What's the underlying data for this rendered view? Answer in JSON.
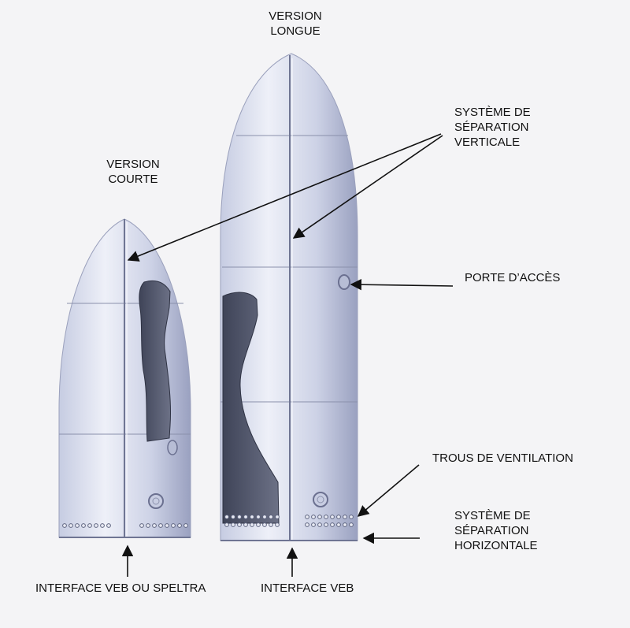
{
  "labels": {
    "version_longue": "VERSION LONGUE",
    "version_longue_l1": "VERSION",
    "version_longue_l2": "LONGUE",
    "version_courte_l1": "VERSION",
    "version_courte_l2": "COURTE",
    "sep_vert_l1": "SYSTÈME DE",
    "sep_vert_l2": "SÉPARATION",
    "sep_vert_l3": "VERTICALE",
    "porte_acces": "PORTE D’ACCÈS",
    "trous_ventilation": "TROUS DE VENTILATION",
    "sep_horiz_l1": "SYSTÈME DE",
    "sep_horiz_l2": "SÉPARATION",
    "sep_horiz_l3": "HORIZONTALE",
    "interface_veb_speltra": "INTERFACE VEB OU SPELTRA",
    "interface_veb": "INTERFACE VEB"
  },
  "colors": {
    "fairing_light": "#e2e5f1",
    "fairing_mid": "#b6bdd7",
    "fairing_dark": "#7e86a6",
    "cutout": "#5a6075",
    "arrow": "#111111"
  }
}
